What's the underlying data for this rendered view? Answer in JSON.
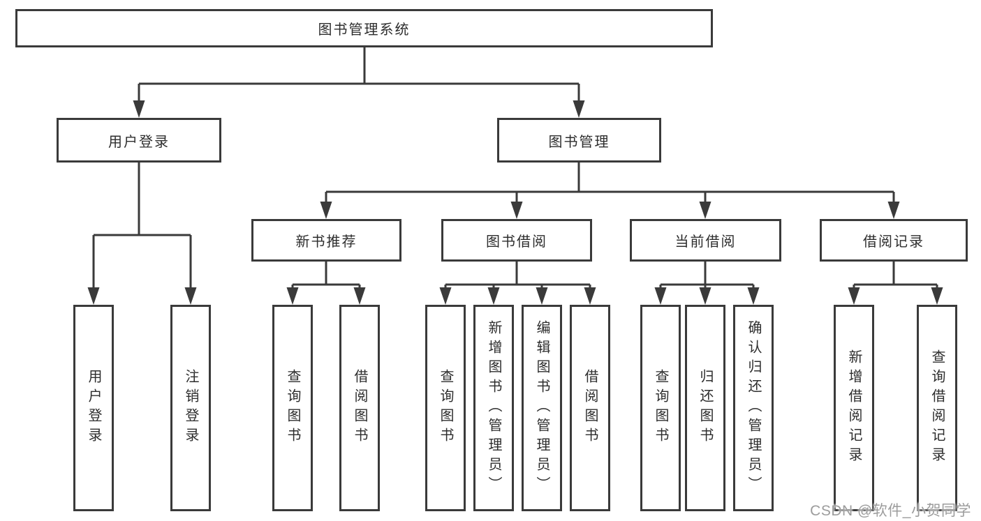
{
  "root": {
    "label": "图书管理系统"
  },
  "level2": {
    "user_login": {
      "label": "用户登录"
    },
    "book_management": {
      "label": "图书管理"
    }
  },
  "level3": {
    "new_book_recommend": {
      "label": "新书推荐"
    },
    "book_borrow": {
      "label": "图书借阅"
    },
    "current_borrow": {
      "label": "当前借阅"
    },
    "borrow_records": {
      "label": "借阅记录"
    }
  },
  "leaves": {
    "user_login": [
      "用户登录",
      "注销登录"
    ],
    "new_book_recommend": [
      "查询图书",
      "借阅图书"
    ],
    "book_borrow": [
      "查询图书",
      "新增图书（管理员）",
      "编辑图书（管理员）",
      "借阅图书"
    ],
    "current_borrow": [
      "查询图书",
      "归还图书",
      "确认归还（管理员）"
    ],
    "borrow_records": [
      "新增借阅记录",
      "查询借阅记录"
    ]
  },
  "watermark": "CSDN @软件_小贺同学",
  "colors": {
    "line": "#3a3a3a",
    "box_border": "#3a3a3a",
    "box_fill": "#ffffff",
    "text": "#2d2d2d",
    "watermark": "#9c9c9c",
    "background": "#ffffff"
  }
}
